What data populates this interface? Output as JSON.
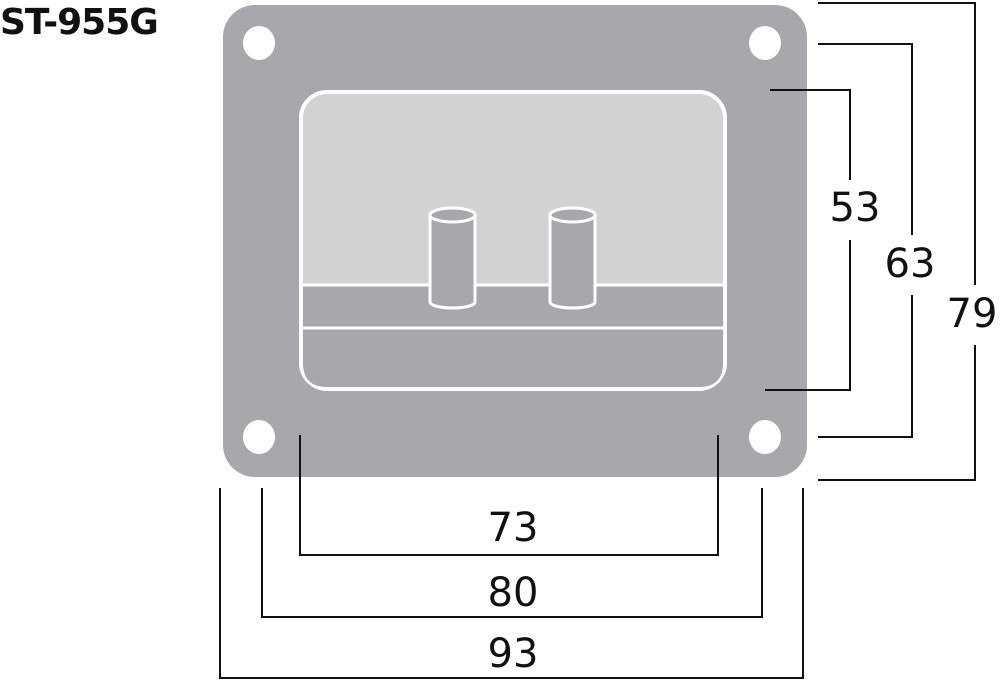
{
  "title": "ST-955G",
  "colors": {
    "plate": "#a7a8ab",
    "recess": "#d1d2d4",
    "outline": "#ffffff",
    "lines": "#111111"
  },
  "dimensions": {
    "inner_height": "53",
    "hole_spacing_vertical": "63",
    "outer_height": "79",
    "inner_width": "73",
    "hole_spacing_horizontal": "80",
    "outer_width": "93"
  }
}
